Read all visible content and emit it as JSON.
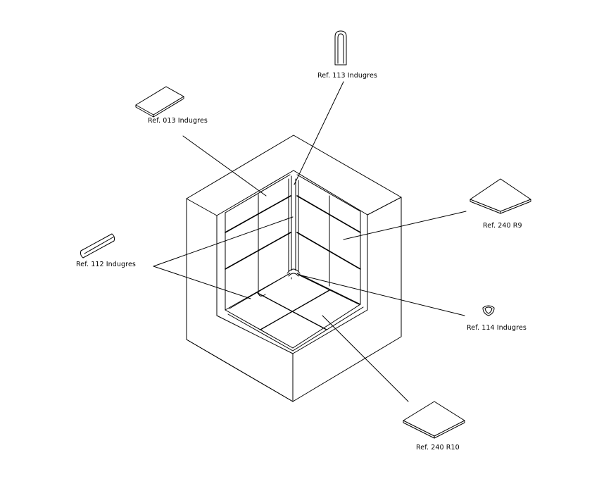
{
  "labels": {
    "ref_013": "Ref. 013 Indugres",
    "ref_113": "Ref. 113 Indugres",
    "ref_112": "Ref. 112 Indugres",
    "ref_240_r9": "Ref. 240 R9",
    "ref_114": "Ref. 114 Indugres",
    "ref_240_r10": "Ref. 240 R10"
  },
  "colors": {
    "line": "#000000",
    "background": "#ffffff"
  }
}
